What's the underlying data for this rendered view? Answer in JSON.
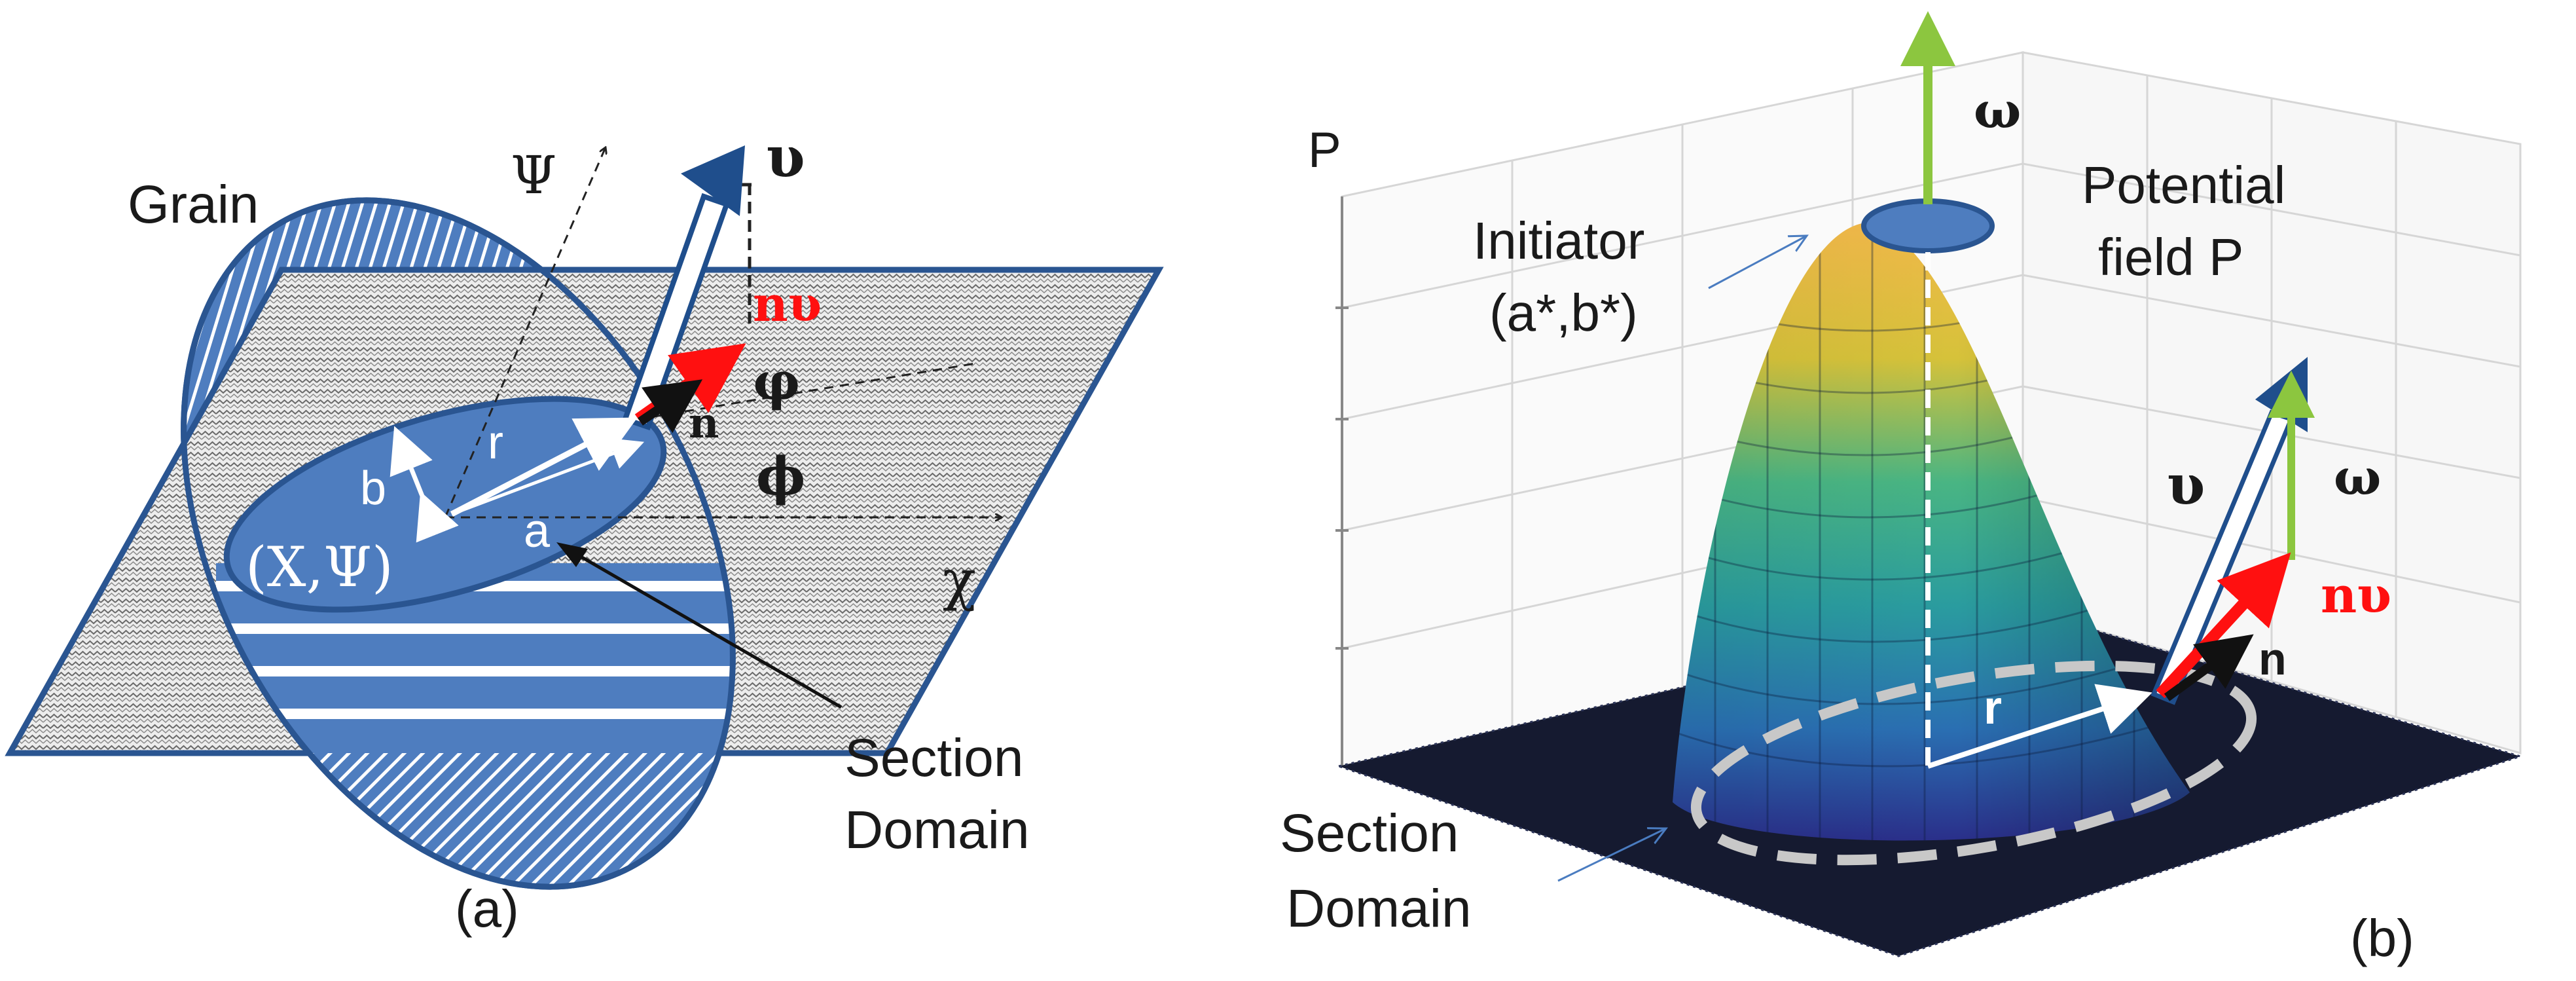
{
  "panel_a": {
    "grain_label": "Grain",
    "psi_axis": "Ψ",
    "chi_axis": "χ",
    "upsilon": "υ",
    "n_upsilon": "nυ",
    "n": "n",
    "phi_small": "φ",
    "phi": "ϕ",
    "r": "r",
    "b": "b",
    "a": "a",
    "center": "(X,Ψ)",
    "section_line1": "Section",
    "section_line2": "Domain",
    "caption": "(a)"
  },
  "panel_b": {
    "p_axis": "P",
    "omega_top": "ω",
    "initiator_line1": "Initiator",
    "initiator_line2": "(a*,b*)",
    "potential_line1": "Potential",
    "potential_line2": "field P",
    "upsilon": "υ",
    "omega_side": "ω",
    "n_upsilon": "nυ",
    "n": "n",
    "r": "r",
    "section_line1": "Section",
    "section_line2": "Domain",
    "caption": "(b)"
  },
  "colors": {
    "blue_fill": "#4e7dbf",
    "blue_edge": "#2a5591",
    "arrow_navy": "#1f4e8c",
    "red": "#ff1010",
    "green": "#8cc63f",
    "plane_gray": "#c8c8c8",
    "dark_base": "#151a30"
  }
}
